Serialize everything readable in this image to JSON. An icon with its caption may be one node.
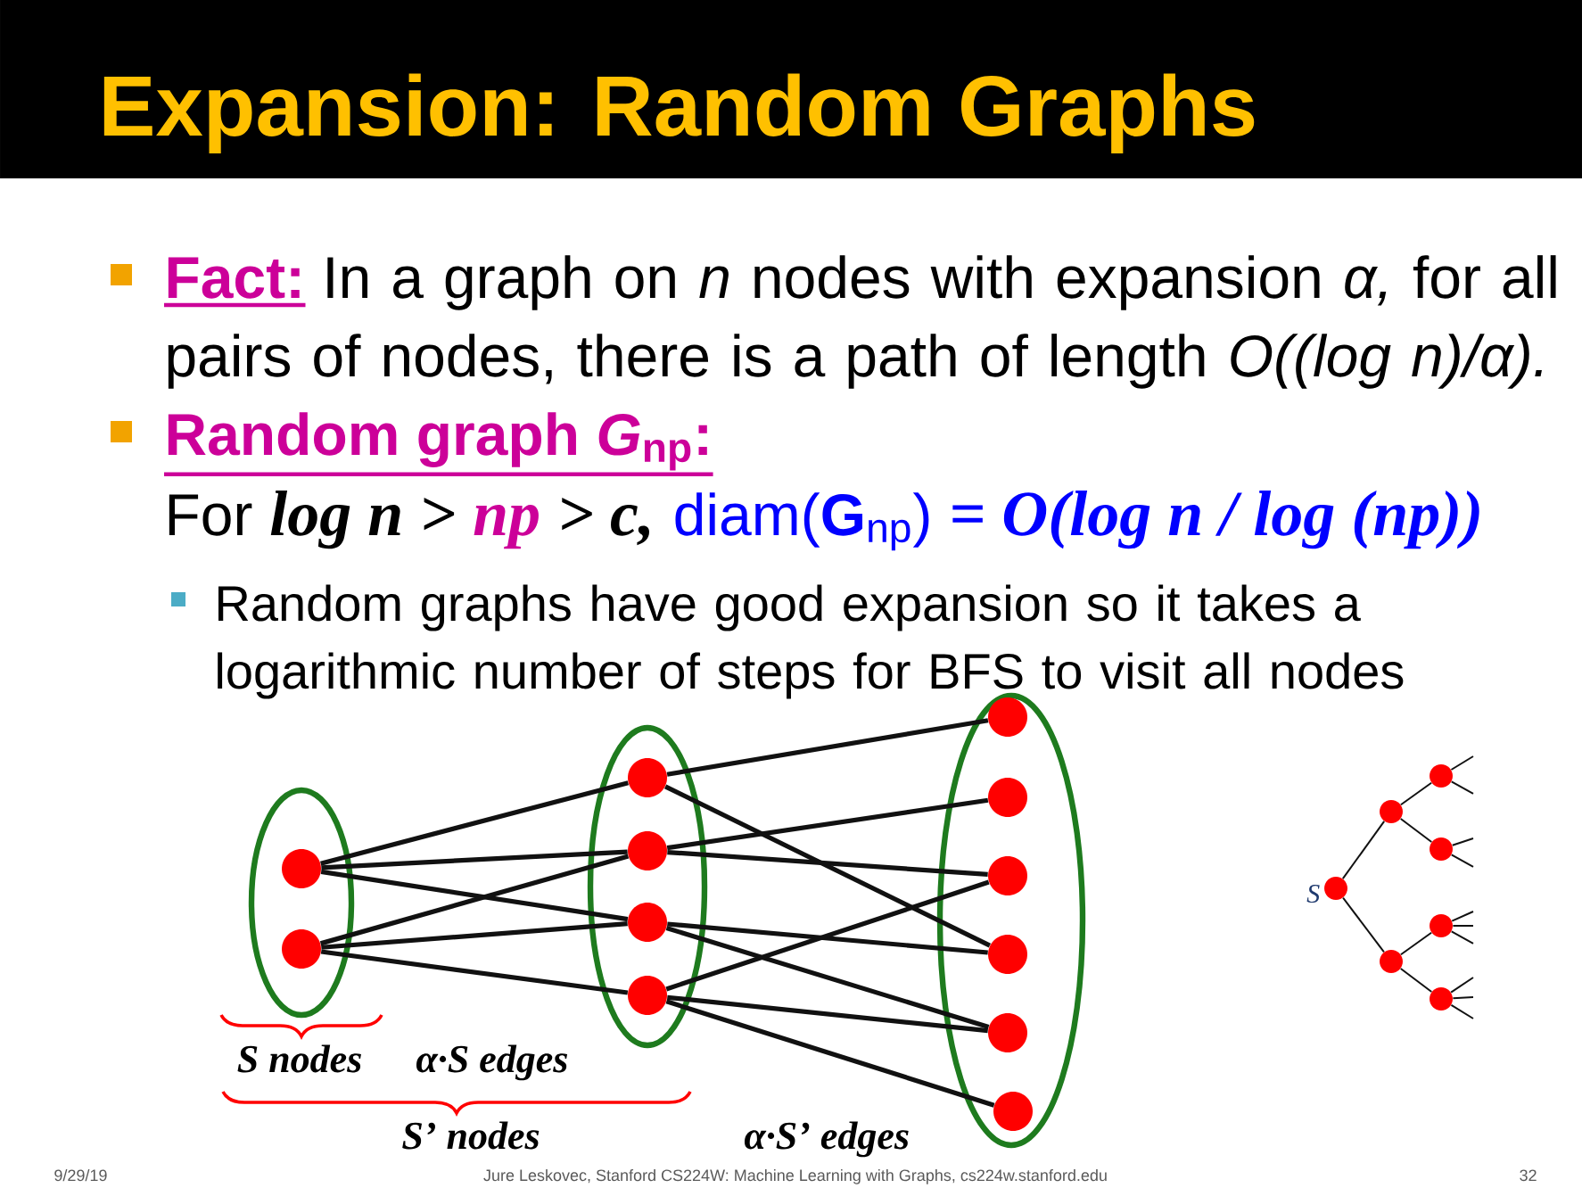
{
  "diagram": {
    "title": "Expansion: Random Graphs",
    "nodes": [
      {
        "text": [],
        "shape": "ellipse"
      },
      {
        "text": [],
        "shape": "circle",
        "in": 0
      },
      {
        "text": [],
        "shape": "circle",
        "in": 0
      },
      {
        "text": [],
        "shape": "ellipse"
      },
      {
        "text": [],
        "shape": "circle",
        "in": 3
      },
      {
        "text": [],
        "shape": "circle",
        "in": 3
      },
      {
        "text": [],
        "shape": "circle",
        "in": 3
      },
      {
        "text": [],
        "shape": "circle",
        "in": 3
      },
      {
        "text": [],
        "shape": "ellipse"
      },
      {
        "text": [],
        "shape": "circle",
        "in": 8
      },
      {
        "text": [],
        "shape": "circle",
        "in": 8
      },
      {
        "text": [],
        "shape": "circle",
        "in": 8
      },
      {
        "text": [],
        "shape": "circle",
        "in": 8
      },
      {
        "text": [],
        "shape": "circle",
        "in": 8
      },
      {
        "text": [],
        "shape": "circle",
        "in": 8
      },
      {
        "text": [],
        "shape": "circle",
        "beside": [
          "S"
        ]
      },
      {
        "text": [],
        "shape": "circle"
      },
      {
        "text": [],
        "shape": "circle"
      },
      {
        "text": [],
        "shape": "circle"
      },
      {
        "text": [],
        "shape": "circle"
      },
      {
        "text": [],
        "shape": "circle"
      },
      {
        "text": [],
        "shape": "circle"
      }
    ],
    "edges": [
      {
        "from": 1,
        "to": 4,
        "arrow": "none",
        "style": "thick"
      },
      {
        "from": 1,
        "to": 5,
        "arrow": "none",
        "style": "thick"
      },
      {
        "from": 1,
        "to": 6,
        "arrow": "none",
        "style": "thick"
      },
      {
        "from": 2,
        "to": 5,
        "arrow": "none",
        "style": "thick"
      },
      {
        "from": 2,
        "to": 6,
        "arrow": "none",
        "style": "thick"
      },
      {
        "from": 2,
        "to": 7,
        "arrow": "none",
        "style": "thick"
      },
      {
        "from": 4,
        "to": 9,
        "arrow": "none",
        "style": "thick"
      },
      {
        "from": 4,
        "to": 12,
        "arrow": "none",
        "style": "thick"
      },
      {
        "from": 5,
        "to": 10,
        "arrow": "none",
        "style": "thick"
      },
      {
        "from": 5,
        "to": 11,
        "arrow": "none",
        "style": "thick"
      },
      {
        "from": 6,
        "to": 12,
        "arrow": "none",
        "style": "thick"
      },
      {
        "from": 6,
        "to": 13,
        "arrow": "none",
        "style": "thick"
      },
      {
        "from": 7,
        "to": 11,
        "arrow": "none",
        "style": "thick"
      },
      {
        "from": 7,
        "to": 13,
        "arrow": "none",
        "style": "thick"
      },
      {
        "from": 7,
        "to": 14,
        "arrow": "none",
        "style": "thick"
      },
      {
        "from": 15,
        "to": 16,
        "arrow": "none"
      },
      {
        "from": 15,
        "to": 17,
        "arrow": "none"
      },
      {
        "from": 16,
        "to": 18,
        "arrow": "none"
      },
      {
        "from": 16,
        "to": 19,
        "arrow": "none"
      },
      {
        "from": 17,
        "to": 20,
        "arrow": "none"
      },
      {
        "from": 17,
        "to": 21,
        "arrow": "none"
      },
      {
        "from": 18,
        "to": null,
        "arrow": "none"
      },
      {
        "from": 18,
        "to": null,
        "arrow": "none"
      },
      {
        "from": 19,
        "to": null,
        "arrow": "none"
      },
      {
        "from": 19,
        "to": null,
        "arrow": "none"
      },
      {
        "from": 20,
        "to": null,
        "arrow": "none"
      },
      {
        "from": 20,
        "to": null,
        "arrow": "none"
      },
      {
        "from": 20,
        "to": null,
        "arrow": "none"
      },
      {
        "from": 21,
        "to": null,
        "arrow": "none"
      },
      {
        "from": 21,
        "to": null,
        "arrow": "none"
      },
      {
        "from": 21,
        "to": null,
        "arrow": "none"
      }
    ],
    "labels": [
      "Fact:",
      "In a graph on *n* nodes with expansion *α,* for all pairs of nodes, there is a path of length *O((log n)/α).*",
      "Random graph *G*$_{np}$:",
      "For",
      "log n >",
      "np",
      "> c,",
      "diam(**G**$_{np}$)",
      "= O(log n / log (np))",
      "Random graphs have good expansion so it takes a logarithmic number of steps for BFS to visit all nodes",
      "S nodes",
      "α·S edges",
      "S’ nodes",
      "α·S’ edges",
      "9/29/19",
      "Jure Leskovec, Stanford CS224W: Machine Learning with Graphs, cs224w.stanford.edu",
      "32"
    ]
  }
}
